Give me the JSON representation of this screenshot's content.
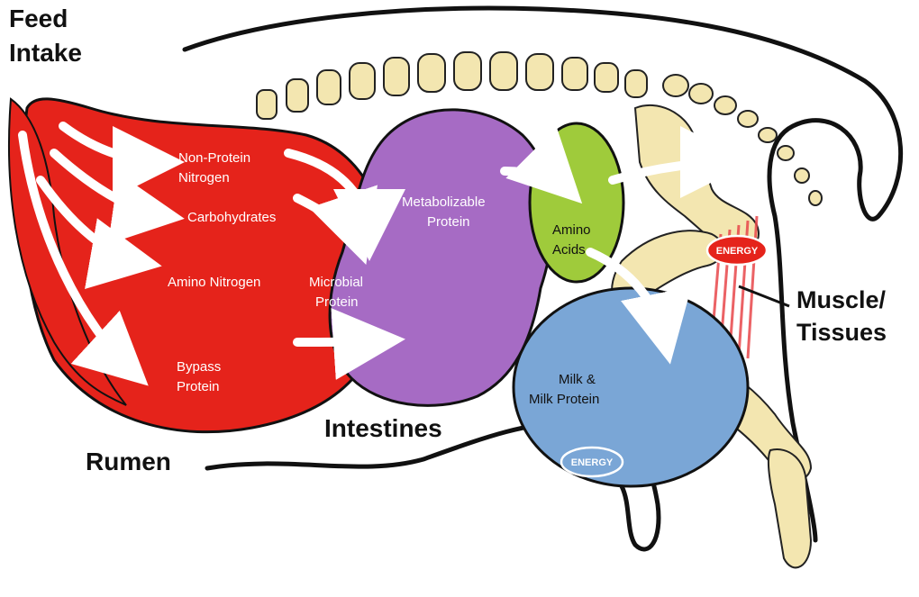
{
  "labels": {
    "feed_intake_line1": "Feed",
    "feed_intake_line2": "Intake",
    "rumen": "Rumen",
    "intestines": "Intestines",
    "muscle_line1": "Muscle/",
    "muscle_line2": "Tissues"
  },
  "rumen_items": {
    "non_protein_line1": "Non-Protein",
    "non_protein_line2": "Nitrogen",
    "carbohydrates": "Carbohydrates",
    "amino_nitrogen": "Amino Nitrogen",
    "microbial_line1": "Microbial",
    "microbial_line2": "Protein",
    "bypass_line1": "Bypass",
    "bypass_line2": "Protein"
  },
  "intestine_items": {
    "metabolizable_line1": "Metabolizable",
    "metabolizable_line2": "Protein"
  },
  "amino_acids": {
    "line1": "Amino",
    "line2": "Acids"
  },
  "milk": {
    "line1": "Milk &",
    "line2": "Milk Protein"
  },
  "energy_badges": {
    "muscle": "ENERGY",
    "milk": "ENERGY"
  },
  "colors": {
    "rumen": "#e5231b",
    "intestines": "#a66bc4",
    "amino_acids": "#9fcb3b",
    "milk": "#7aa6d6",
    "bone": "#f3e6b0",
    "outline": "#111111",
    "arrow": "#ffffff"
  }
}
